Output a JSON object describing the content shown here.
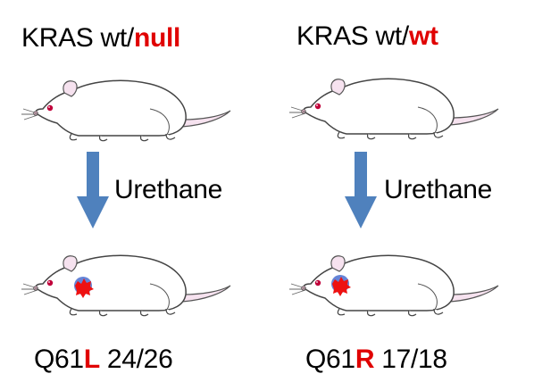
{
  "left": {
    "genotype_prefix": "KRAS wt/",
    "genotype_allele": "null",
    "treatment": "Urethane",
    "mutation_prefix": "Q61",
    "mutation_residue": "L",
    "mutation_count": " 24/26"
  },
  "right": {
    "genotype_prefix": "KRAS wt/",
    "genotype_allele": "wt",
    "treatment": "Urethane",
    "mutation_prefix": "Q61",
    "mutation_residue": "R",
    "mutation_count": " 17/18"
  },
  "colors": {
    "highlight": "#e00000",
    "arrow": "#4f81bd",
    "tumor": "#ee1111",
    "tumor_halo": "#4a6fd0"
  }
}
